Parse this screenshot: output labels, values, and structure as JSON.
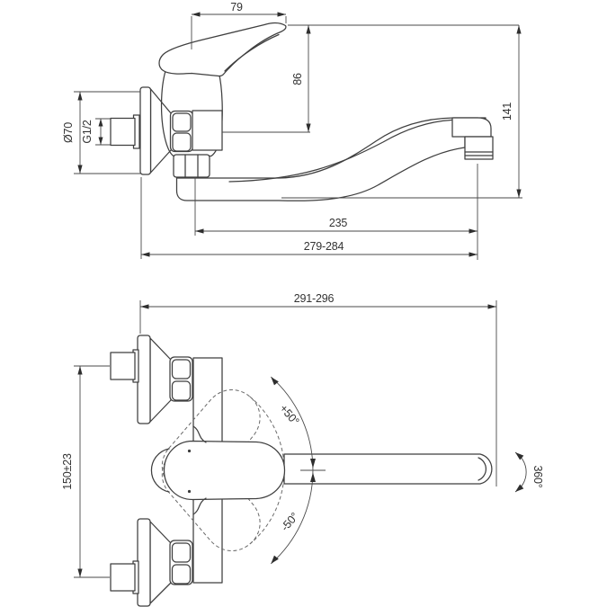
{
  "title": "Wall-mounted single-lever sink mixer - dimensional drawing",
  "colors": {
    "line": "#3f3f3f",
    "dim": "#4a4a4a",
    "text": "#333333",
    "background": "#ffffff"
  },
  "side_view": {
    "labels": {
      "handle_reach": "79",
      "height_to_spout_axis": "86",
      "overall_height": "141",
      "rosette_diameter": "Ø70",
      "connection_thread": "G1/2",
      "spout_reach": "235",
      "overall_projection": "279-284"
    }
  },
  "plan_view": {
    "labels": {
      "overall_width": "291-296",
      "inlet_centres": "150±23",
      "swivel_up": "+50°",
      "swivel_down": "-50°",
      "spout_rotation": "360°"
    }
  }
}
